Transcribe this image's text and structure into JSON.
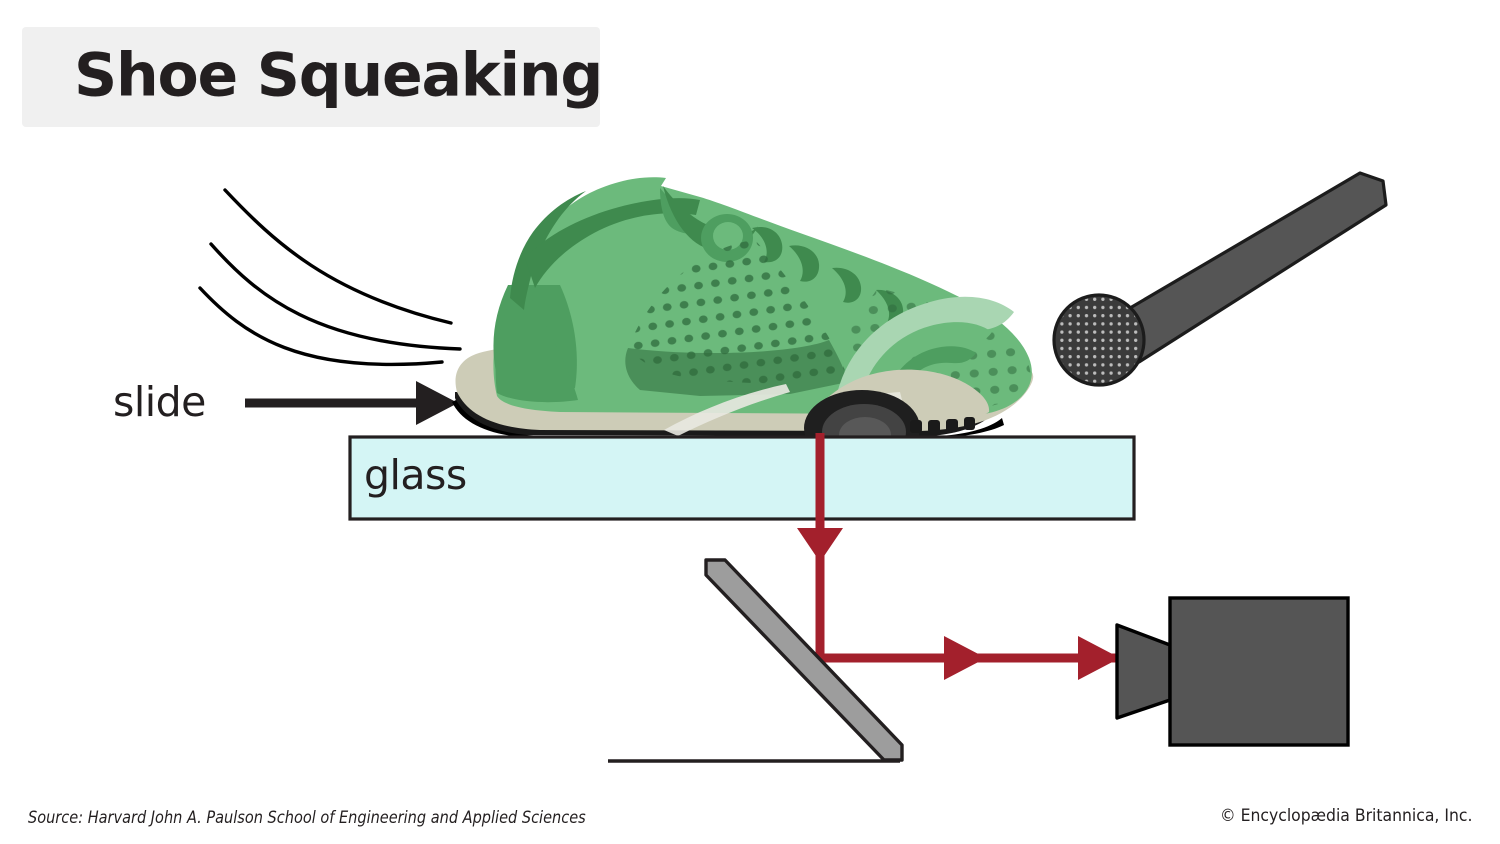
{
  "title": {
    "text": "Shoe Squeaking"
  },
  "labels": {
    "slide": "slide",
    "glass": "glass"
  },
  "footer": {
    "source": "Source: Harvard John A. Paulson School of Engineering and Applied Sciences",
    "copyright": "© Encyclopædia Britannica, Inc."
  },
  "colors": {
    "title_box_bg": "#f0f0f0",
    "title_text": "#231f20",
    "glass_fill": "#d4f5f5",
    "glass_stroke": "#231f20",
    "beam_red": "#a3202c",
    "mirror_fill": "#9d9d9d",
    "mirror_stroke": "#231f20",
    "camera_body": "#555555",
    "camera_stroke": "#000000",
    "mic_body": "#555555",
    "mic_head": "#3b3b3b",
    "mic_dots": "#bdbdbd",
    "shoe_green_light": "#6cba7c",
    "shoe_green_mid": "#4e9e60",
    "shoe_green_dark": "#3f8a4e",
    "shoe_green_pale": "#a9d6b2",
    "shoe_mesh_dot": "#2f6b3d",
    "shoe_midsole": "#cdccb7",
    "shoe_outsole": "#1a1a1a",
    "motion_line": "#000000",
    "arrow_black": "#231f20",
    "background": "#ffffff"
  },
  "elements": {
    "motion_lines_count": 3,
    "slide_arrow_direction": "right",
    "beam_path_description": "down-through-glass-to-mirror-then-right-to-camera",
    "beam_arrowheads": 3,
    "mirror_angle_deg": 45,
    "microphone_orientation": "head-lower-left-handle-upper-right"
  }
}
